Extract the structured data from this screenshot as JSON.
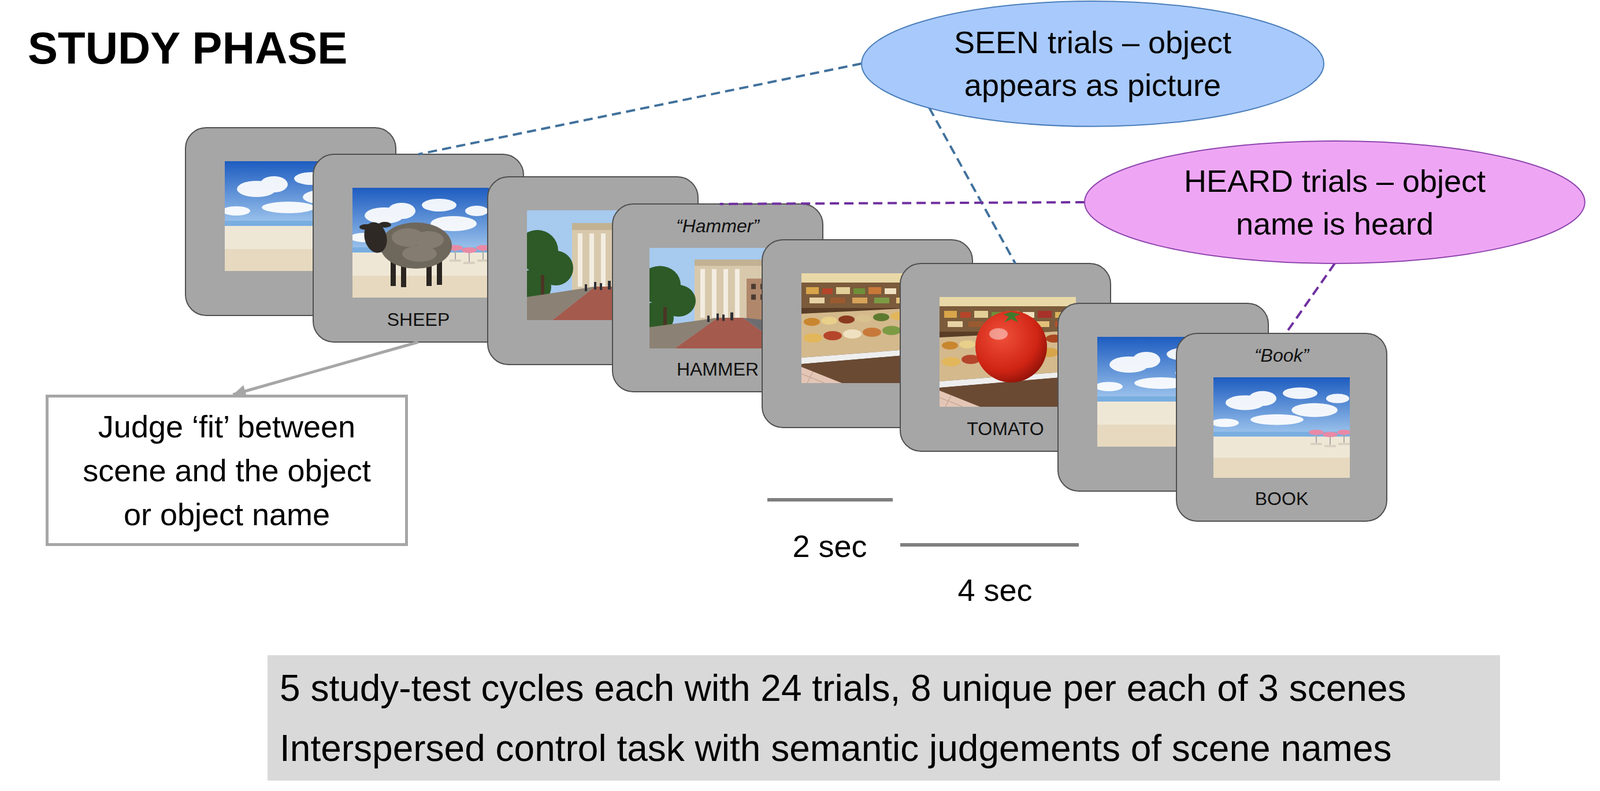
{
  "diagram": {
    "title": "STUDY PHASE",
    "nodes": [
      {
        "text": [
          "SEEN trials – object appears as picture"
        ]
      },
      {
        "text": [
          "HEARD trials – object name is heard"
        ]
      },
      {
        "text": [
          "SHEEP"
        ]
      },
      {
        "text": [
          "“Hammer”",
          "HAMMER"
        ]
      },
      {
        "text": [
          "TOMATO"
        ]
      },
      {
        "text": [
          "“Book”",
          "BOOK"
        ]
      },
      {
        "text": [
          "Judge ‘fit’ between scene and the object or object name"
        ]
      },
      {
        "text": [
          "5 study-test cycles each with 24 trials, 8 unique per each of 3 scenes",
          "Interspersed control task with semantic judgements of scene names"
        ]
      }
    ],
    "edges": [
      {
        "from": 0,
        "to": 2,
        "arrow": "none"
      },
      {
        "from": 0,
        "to": 4,
        "arrow": "none"
      },
      {
        "from": 1,
        "to": 3,
        "arrow": "none"
      },
      {
        "from": 1,
        "to": 5,
        "arrow": "none"
      },
      {
        "from": 2,
        "to": 6,
        "arrow": "to"
      }
    ],
    "labels": [
      "2 sec",
      "4 sec"
    ]
  }
}
